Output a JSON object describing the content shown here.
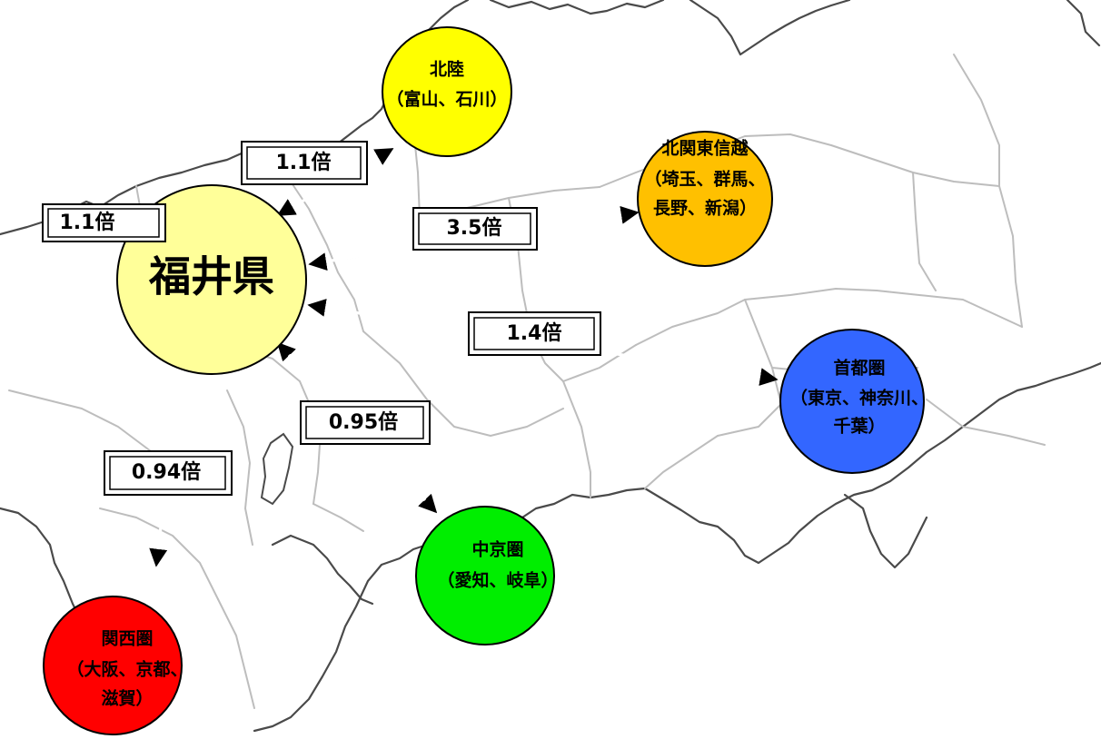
{
  "map": {
    "center": {
      "name": "福井県",
      "color": "#FFFF99"
    },
    "regions": [
      {
        "id": "hokuriku",
        "lines": [
          "北陸",
          "（富山、石川）"
        ],
        "color": "#FFFF00",
        "ratio": "1.1倍"
      },
      {
        "id": "kitakanto-shinetsu",
        "lines": [
          "北関東信越",
          "（埼玉、群馬、",
          "長野、新潟）"
        ],
        "color": "#FFC000",
        "ratio": "3.5倍"
      },
      {
        "id": "shutoken",
        "lines": [
          "首都圏",
          "（東京、神奈川、",
          "千葉）"
        ],
        "color": "#3366FF",
        "ratio": "1.4倍"
      },
      {
        "id": "chukyoken",
        "lines": [
          "中京圏",
          "（愛知、岐阜）"
        ],
        "color": "#00EE00",
        "ratio": "0.95倍"
      },
      {
        "id": "kansaiken",
        "lines": [
          "関西圏",
          "（大阪、京都、",
          "滋賀）"
        ],
        "color": "#FF0000",
        "ratio": "0.94倍"
      }
    ],
    "self_ratio": "1.1倍"
  }
}
